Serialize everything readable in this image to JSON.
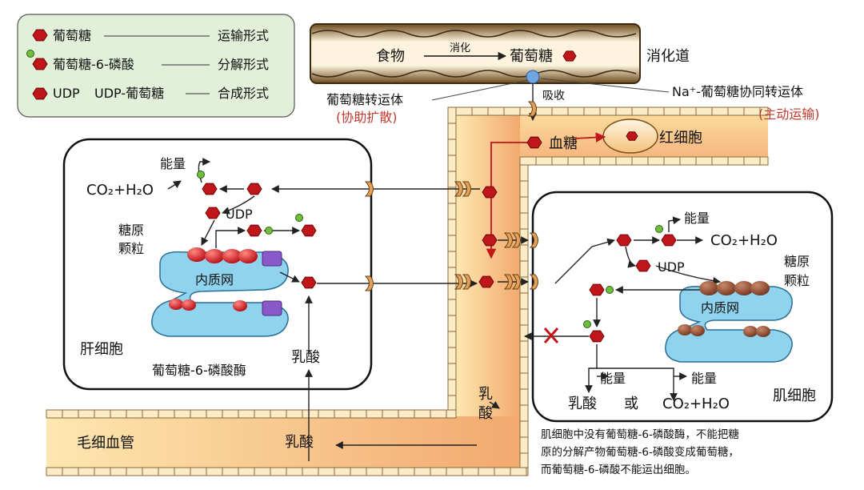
{
  "legend": {
    "glucose": "葡萄糖",
    "glucose_transport": "运输形式",
    "g6p": "葡萄糖-6-磷酸",
    "g6p_form": "分解形式",
    "udp_prefix": "UDP",
    "udpg": "UDP-葡萄糖",
    "udpg_form": "合成形式"
  },
  "gut": {
    "food": "食物",
    "digest": "消化",
    "glucose": "葡萄糖",
    "label": "消化道",
    "absorb": "吸收"
  },
  "transporters": {
    "gluc_transporter": "葡萄糖转运体",
    "facilitated": "(协助扩散)",
    "na_cotransporter": "Na⁺-葡萄糖协同转运体",
    "active": "(主动运输)"
  },
  "blood": {
    "blood_sugar": "血糖",
    "rbc": "红细胞",
    "capillary": "毛细血管",
    "lactate_v": "乳酸",
    "lactate_h": "乳酸"
  },
  "liver": {
    "energy": "能量",
    "co2h2o": "CO₂+H₂O",
    "udp": "UDP",
    "glycogen": "糖原颗粒",
    "er": "内质网",
    "g6pase": "葡萄糖-6-磷酸酶",
    "lactate": "乳酸",
    "label": "肝细胞"
  },
  "muscle": {
    "energy_top": "能量",
    "co2h2o_top": "CO₂+H₂O",
    "udp": "UDP",
    "glycogen": "糖原颗粒",
    "er": "内质网",
    "energy_left": "能量",
    "energy_right": "能量",
    "lactate": "乳酸",
    "or": "或",
    "co2h2o_bottom": "CO₂+H₂O",
    "label": "肌细胞"
  },
  "note": {
    "line1": "肌细胞中没有葡萄糖-6-磷酸酶，不能把糖",
    "line2": "原的分解产物葡萄糖-6-磷酸变成葡萄糖，",
    "line3": "而葡萄糖-6-磷酸不能运出细胞。"
  },
  "colors": {
    "glucose": "#c0161a",
    "phosphate": "#6fbf3c",
    "er": "#8fd3ef",
    "vessel": "#f6c27e",
    "red_text": "#c0392b",
    "legend_bg": "#e2efd9"
  }
}
